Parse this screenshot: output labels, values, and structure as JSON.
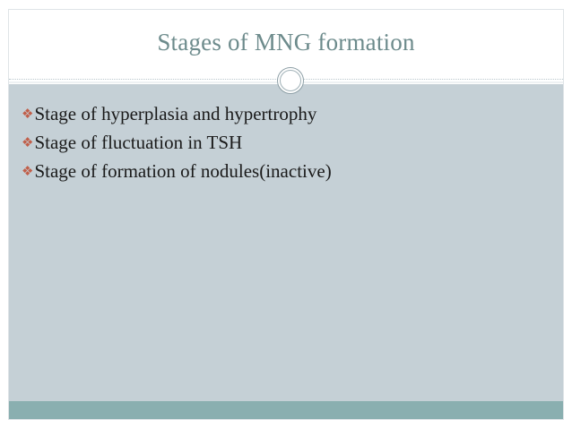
{
  "slide": {
    "title": "Stages of MNG formation",
    "bullets": [
      {
        "glyph": "❖",
        "text": "Stage of hyperplasia and hypertrophy"
      },
      {
        "glyph": "❖",
        "text": "Stage of fluctuation in TSH"
      },
      {
        "glyph": "❖",
        "text": "Stage of formation of nodules(inactive)"
      }
    ],
    "colors": {
      "title_text": "#6d8b8c",
      "body_background": "#c5d0d6",
      "footer_band": "#8aafb0",
      "bullet_marker": "#c15f4a",
      "body_text": "#1a1a1a",
      "divider": "#b9c6cc"
    }
  }
}
